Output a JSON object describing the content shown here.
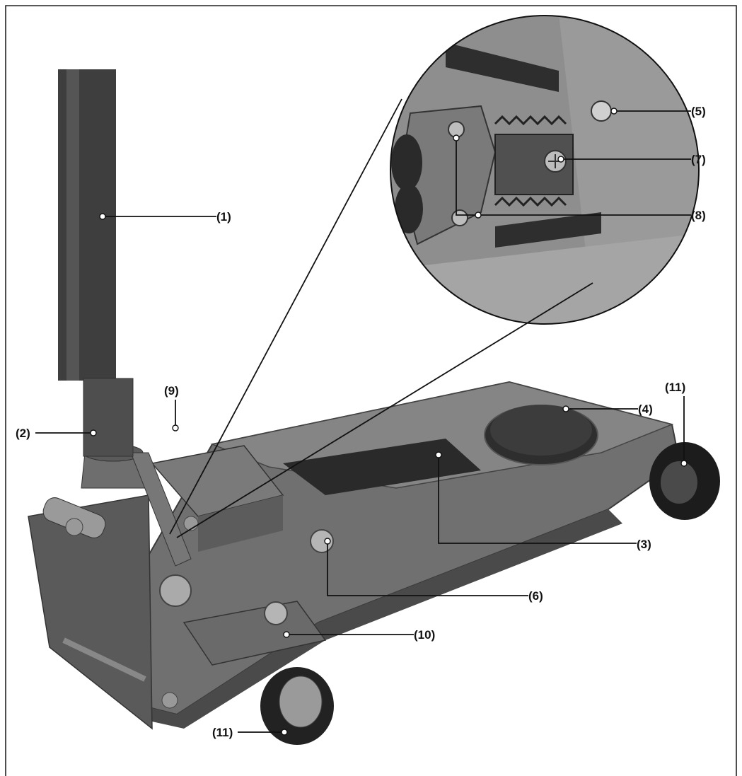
{
  "diagram": {
    "labels": {
      "handle": "(1)",
      "handle_socket": "(2)",
      "lifting_arm": "(3)",
      "saddle": "(4)",
      "screw_5": "(5)",
      "pivot_bolt": "(6)",
      "screw_7": "(7)",
      "screws_8": "(8)",
      "pump_housing": "(9)",
      "castor_bolt": "(10)",
      "rear_wheel": "(11)",
      "front_wheel": "(11)"
    },
    "colors": {
      "body": "#6e6e6e",
      "dark": "#3c3c3c",
      "handle": "#4a4a4a",
      "background": "#ffffff",
      "line": "#111111"
    }
  }
}
